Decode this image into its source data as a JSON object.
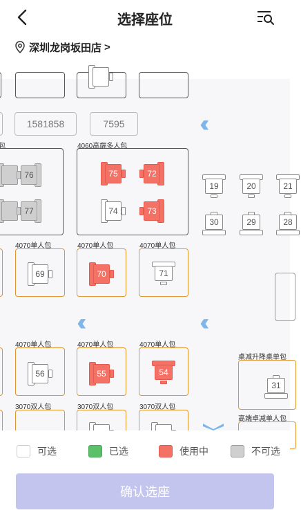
{
  "header": {
    "title": "选择座位",
    "back_icon": "chevron-left-icon",
    "search_icon": "list-search-icon"
  },
  "store": {
    "icon": "location-pin-icon",
    "name": "深圳龙岗坂田店",
    "arrow": ">"
  },
  "map": {
    "code_boxes": [
      "1581858",
      "7595"
    ],
    "rooms": {
      "multi_4060": "4060高端多人包",
      "left_edge": "包",
      "single_4070_a": "4070单人包",
      "single_4070_b": "4070单人包",
      "single_4070_c": "4070单人包",
      "single_4070_d": "4070单人包",
      "single_4070_e": "4070单人包",
      "single_4070_f": "4070单人包",
      "double_3070_a": "3070双人包",
      "double_3070_b": "3070双人包",
      "double_3070_c": "3070双人包",
      "desk_lift": "桌减升降桌单包",
      "desk_high": "高端卓减单人包"
    },
    "seats": {
      "s76": "76",
      "s77": "77",
      "s75": "75",
      "s72": "72",
      "s74": "74",
      "s73": "73",
      "s69": "69",
      "s70": "70",
      "s71": "71",
      "s56": "56",
      "s55": "55",
      "s54": "54",
      "s31": "31",
      "s19": "19",
      "s20": "20",
      "s21": "21",
      "s30": "30",
      "s29": "29",
      "s28": "28"
    },
    "colors": {
      "available": "#ffffff",
      "selected": "#5cbf6a",
      "in_use": "#f47166",
      "unavailable": "#cfcfcf",
      "accent_chevron": "#7fb6ea",
      "room_border_orange": "#e0952e"
    }
  },
  "legend": {
    "available": "可选",
    "selected": "已选",
    "in_use": "使用中",
    "unavailable": "不可选"
  },
  "confirm_button": {
    "label": "确认选座",
    "color": "#c3c5ee"
  }
}
